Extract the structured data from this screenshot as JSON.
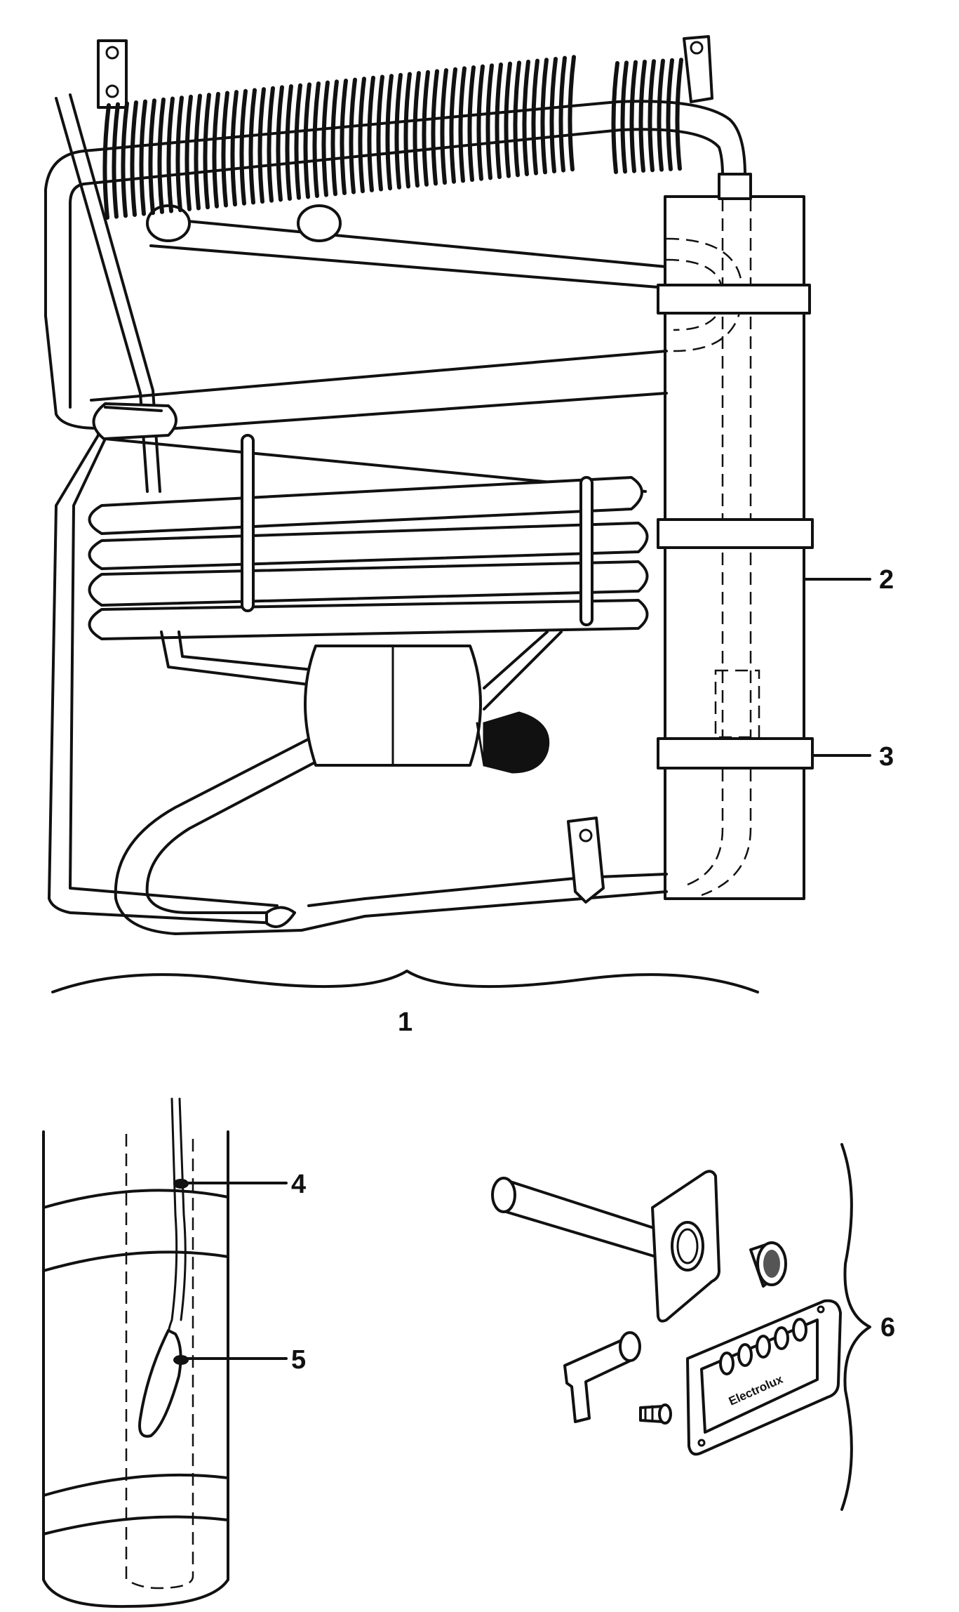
{
  "callouts": {
    "c1": "1",
    "c2": "2",
    "c3": "3",
    "c4": "4",
    "c5": "5",
    "c6": "6"
  },
  "components": {
    "main_assembly": "cooling-unit",
    "boiler": "boiler-tube",
    "clamp": "boiler-clamp",
    "thermocouple_tip": "thermocouple-tip",
    "thermocouple_loop": "thermocouple-loop",
    "ignition_kit": "control-panel-kit"
  },
  "logo_text": "Electrolux"
}
